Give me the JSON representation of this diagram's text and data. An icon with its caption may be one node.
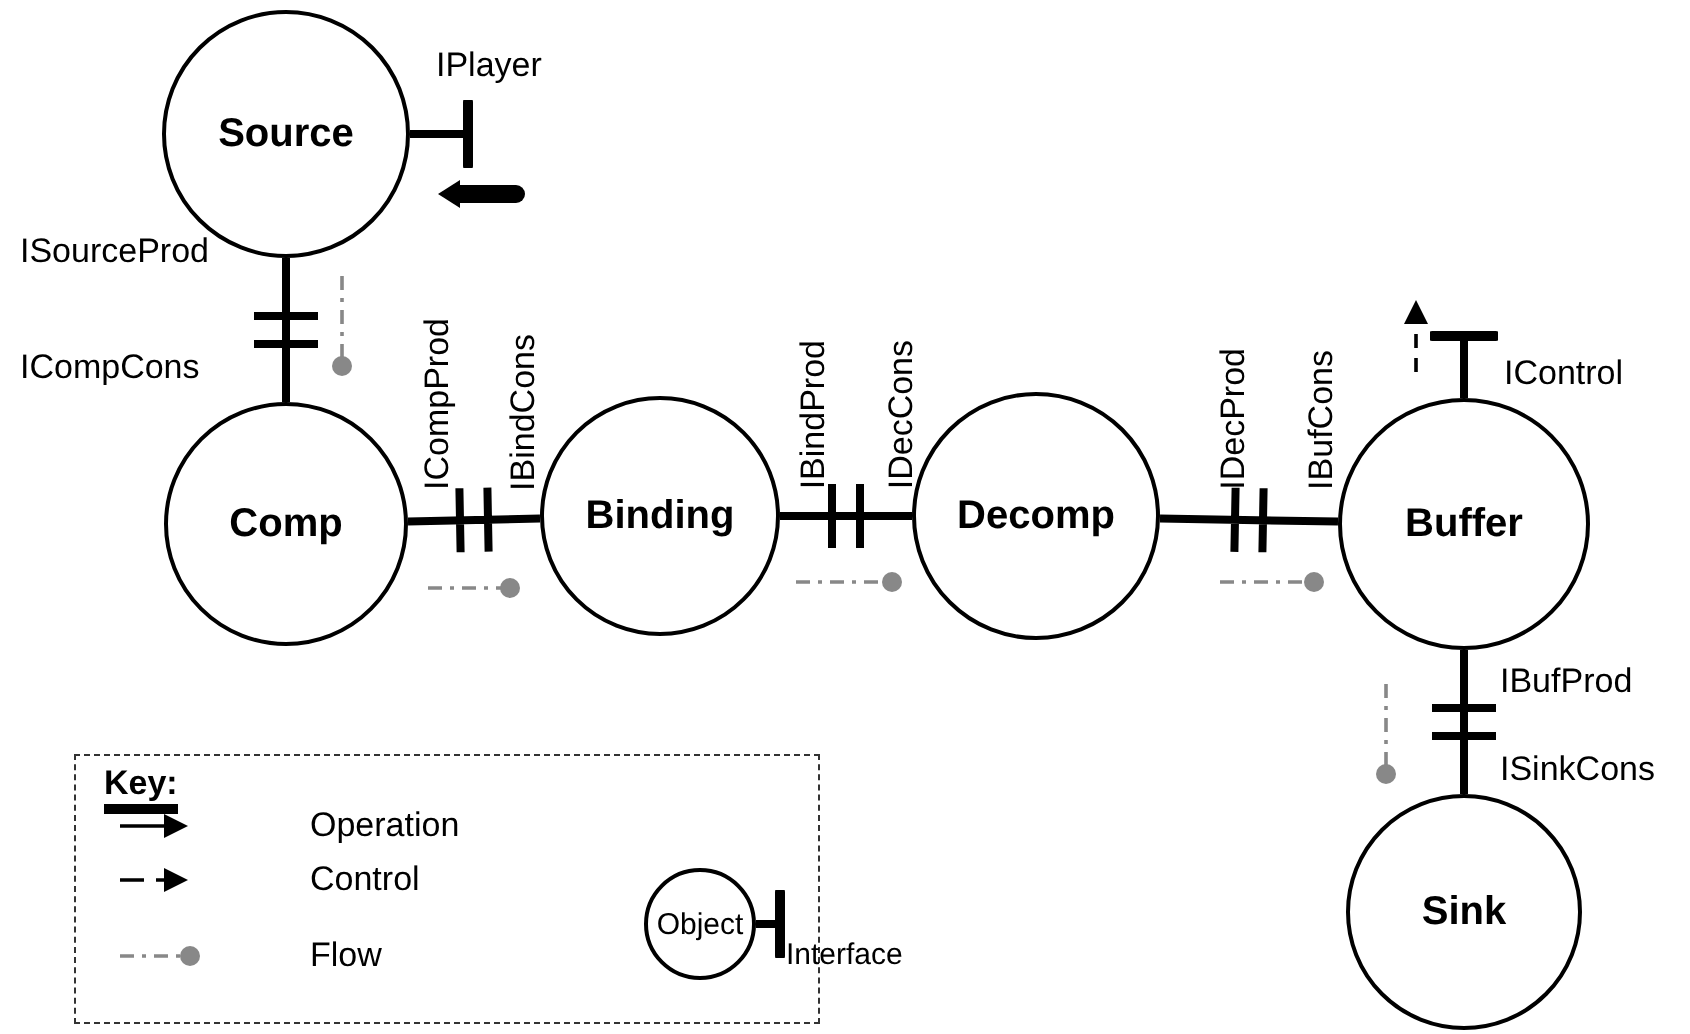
{
  "diagram": {
    "nodes": [
      {
        "text": [
          "Source"
        ]
      },
      {
        "text": [
          "Comp"
        ]
      },
      {
        "text": [
          "Binding"
        ]
      },
      {
        "text": [
          "Decomp"
        ]
      },
      {
        "text": [
          "Buffer"
        ]
      },
      {
        "text": [
          "Sink"
        ]
      },
      {
        "text": [
          "Object"
        ]
      }
    ],
    "edges": [
      {
        "from": 0,
        "to": 1,
        "arrow": "none"
      },
      {
        "from": 1,
        "to": 2,
        "arrow": "none"
      },
      {
        "from": 2,
        "to": 3,
        "arrow": "none"
      },
      {
        "from": 3,
        "to": 4,
        "arrow": "none"
      },
      {
        "from": 4,
        "to": 5,
        "arrow": "none"
      },
      {
        "from": 0,
        "to": null,
        "arrow": "other"
      },
      {
        "from": 4,
        "to": null,
        "arrow": "other"
      },
      {
        "from": 6,
        "to": null,
        "arrow": "other"
      }
    ],
    "labels": [
      "IPlayer",
      "ISourceProd",
      "ICompCons",
      "ICompProd",
      "IBindCons",
      "IBindProd",
      "IDecCons",
      "IDecProd",
      "IBufCons",
      "IControl",
      "IBufProd",
      "ISinkCons",
      "Key:",
      "Interface"
    ],
    "legend": [
      {
        "text": "Operation"
      },
      {
        "text": "Control"
      },
      {
        "text": "Flow"
      }
    ]
  }
}
